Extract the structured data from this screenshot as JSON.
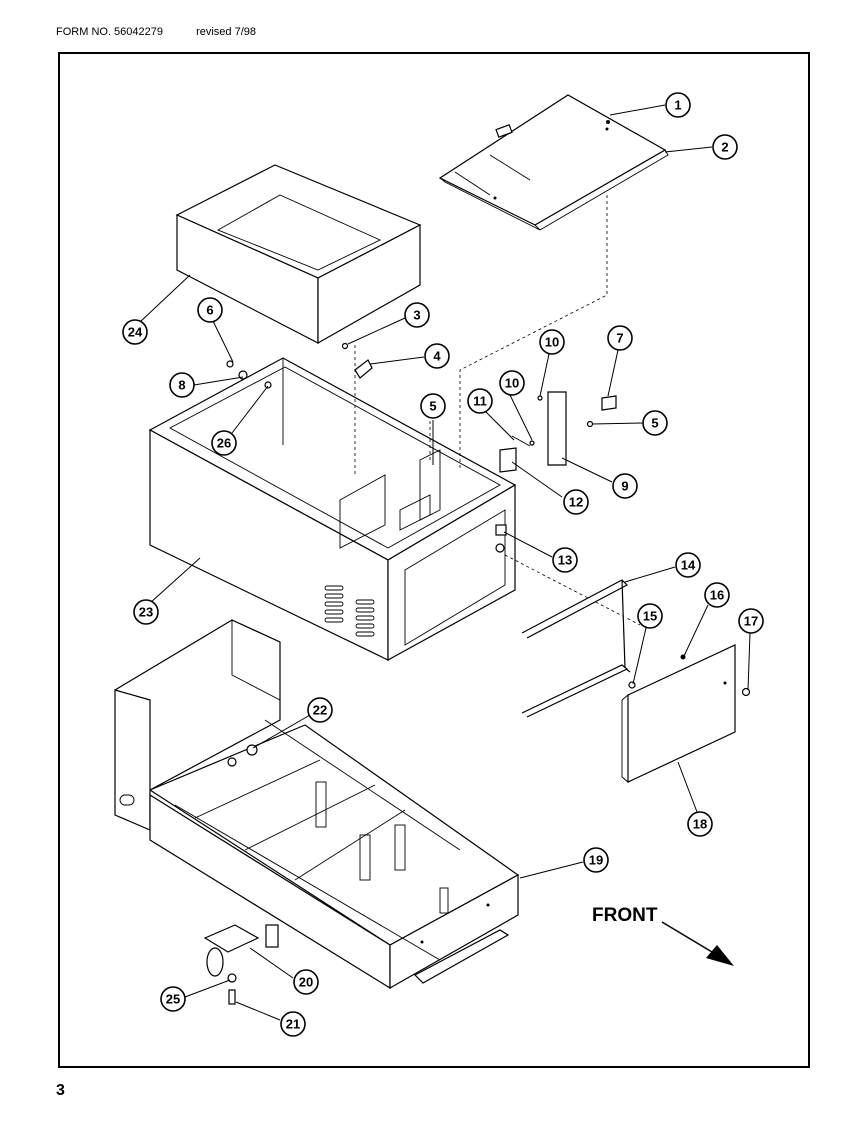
{
  "header": {
    "form_no": "FORM NO. 56042279",
    "revised": "revised 7/98"
  },
  "page_number": "3",
  "front_label": "FRONT",
  "callouts": [
    {
      "id": "c1",
      "label": "1"
    },
    {
      "id": "c2",
      "label": "2"
    },
    {
      "id": "c3",
      "label": "3"
    },
    {
      "id": "c4",
      "label": "4"
    },
    {
      "id": "c5a",
      "label": "5"
    },
    {
      "id": "c5b",
      "label": "5"
    },
    {
      "id": "c6",
      "label": "6"
    },
    {
      "id": "c7",
      "label": "7"
    },
    {
      "id": "c8",
      "label": "8"
    },
    {
      "id": "c9",
      "label": "9"
    },
    {
      "id": "c10a",
      "label": "10"
    },
    {
      "id": "c10b",
      "label": "10"
    },
    {
      "id": "c11",
      "label": "11"
    },
    {
      "id": "c12",
      "label": "12"
    },
    {
      "id": "c13",
      "label": "13"
    },
    {
      "id": "c14",
      "label": "14"
    },
    {
      "id": "c15",
      "label": "15"
    },
    {
      "id": "c16",
      "label": "16"
    },
    {
      "id": "c17",
      "label": "17"
    },
    {
      "id": "c18",
      "label": "18"
    },
    {
      "id": "c19",
      "label": "19"
    },
    {
      "id": "c20",
      "label": "20"
    },
    {
      "id": "c21",
      "label": "21"
    },
    {
      "id": "c22",
      "label": "22"
    },
    {
      "id": "c23",
      "label": "23"
    },
    {
      "id": "c24",
      "label": "24"
    },
    {
      "id": "c25",
      "label": "25"
    },
    {
      "id": "c26",
      "label": "26"
    }
  ]
}
